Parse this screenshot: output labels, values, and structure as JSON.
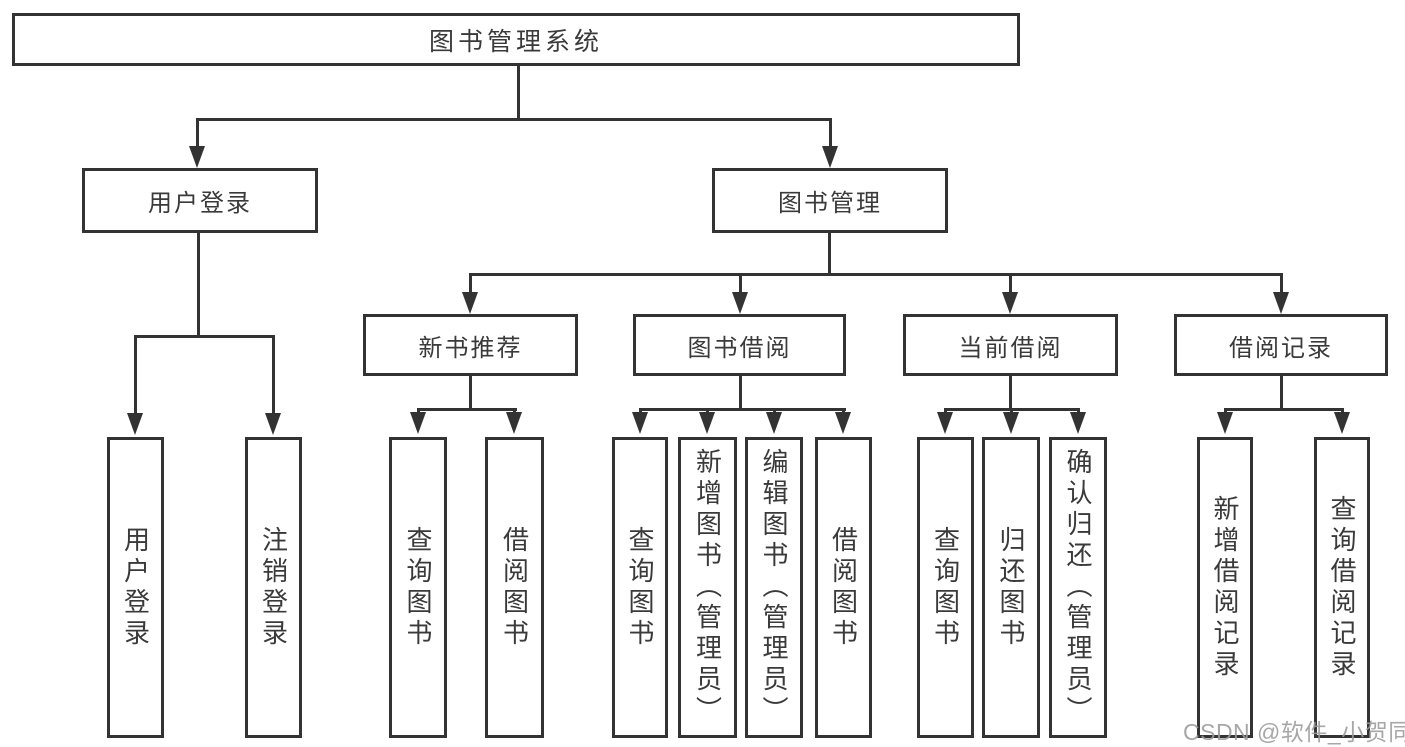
{
  "tree": {
    "root": "图书管理系统",
    "branches": [
      {
        "label": "用户登录",
        "children": [
          "用户登录",
          "注销登录"
        ]
      },
      {
        "label": "图书管理",
        "subgroups": [
          {
            "label": "新书推荐",
            "children": [
              "查询图书",
              "借阅图书"
            ]
          },
          {
            "label": "图书借阅",
            "children": [
              "查询图书",
              "新增图书（管理员）",
              "编辑图书（管理员）",
              "借阅图书"
            ]
          },
          {
            "label": "当前借阅",
            "children": [
              "查询图书",
              "归还图书",
              "确认归还（管理员）"
            ]
          },
          {
            "label": "借阅记录",
            "children": [
              "新增借阅记录",
              "查询借阅记录"
            ]
          }
        ]
      }
    ]
  },
  "watermark": "CSDN @软件_小贺同学",
  "colors": {
    "line": "#333333",
    "text": "#3a3a3a",
    "watermark": "#9b9b9b",
    "background": "#ffffff"
  }
}
